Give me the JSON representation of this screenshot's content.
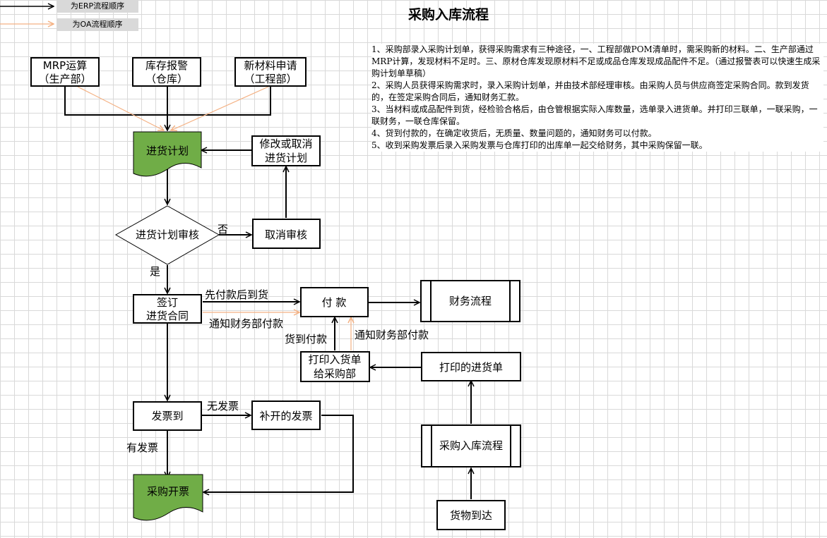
{
  "title": "采购入库流程",
  "legend": {
    "erp": "为ERP流程顺序",
    "oa": "为OA流程顺序"
  },
  "notes": [
    "1、采购部录入采购计划单，获得采购需求有三种途径，一、工程部做POM清单时，需采购新的材料。二、生产部通过MRP计算，发现材料不足时。三、原材仓库发现原材料不足或成品仓库发现成品配件不足。（通过报警表可以快速生成采购计划单草稿）",
    "2、采购人员获得采购需求时，录入采购计划单，并由技术部经理审核。由采购人员与供应商签定采购合同。款到发货的，在签定采购合同后，通知财务汇款。",
    "3、当材料或成品配件到货，经检验合格后，由仓管根据实际入库数量，选单录入进货单。并打印三联单，一联采购，一联财务，一联仓库保留。",
    "4、贷到付款的，在确定收货后，无质量、数量问题的，通知财务可以付款。",
    "5、收到采购发票后录入采购发票与仓库打印的出库单一起交给财务，其中采购保留一联。"
  ],
  "nodes": {
    "mrp": [
      "MRP运算",
      "（生产部）"
    ],
    "stock_alarm": [
      "库存报警",
      "（仓库）"
    ],
    "new_material": [
      "新材料申请",
      "（工程部）"
    ],
    "purchase_plan": [
      "进货计划"
    ],
    "modify_cancel": [
      "修改或取消",
      "进货计划"
    ],
    "plan_review": [
      "进货计划审核"
    ],
    "cancel_review": [
      "取消审核"
    ],
    "sign_contract": [
      "签订",
      "进货合同"
    ],
    "payment": [
      "付  款"
    ],
    "finance_flow": [
      "财务流程"
    ],
    "print_receipt": [
      "打印入货单",
      "给采购部"
    ],
    "printed_order": [
      "打印的进货单"
    ],
    "invoice_arrived": [
      "发票到"
    ],
    "reissued_invoice": [
      "补开的发票"
    ],
    "purchase_invoice": [
      "采购开票"
    ],
    "warehouse_flow": [
      "采购入库流程"
    ],
    "goods_arrived": [
      "货物到达"
    ]
  },
  "labels": {
    "no": "否",
    "yes": "是",
    "prepay": "先付款后到货",
    "notify_finance_pay": "通知财务部付款",
    "cod": "货到付款",
    "notify_finance_pay2": "通知财务部付款",
    "no_invoice": "无发票",
    "has_invoice": "有发票"
  },
  "colors": {
    "erp_arrow": "#000000",
    "oa_arrow": "#f4b183",
    "document_fill": "#70ad47",
    "grid": "#d9d9d9"
  }
}
